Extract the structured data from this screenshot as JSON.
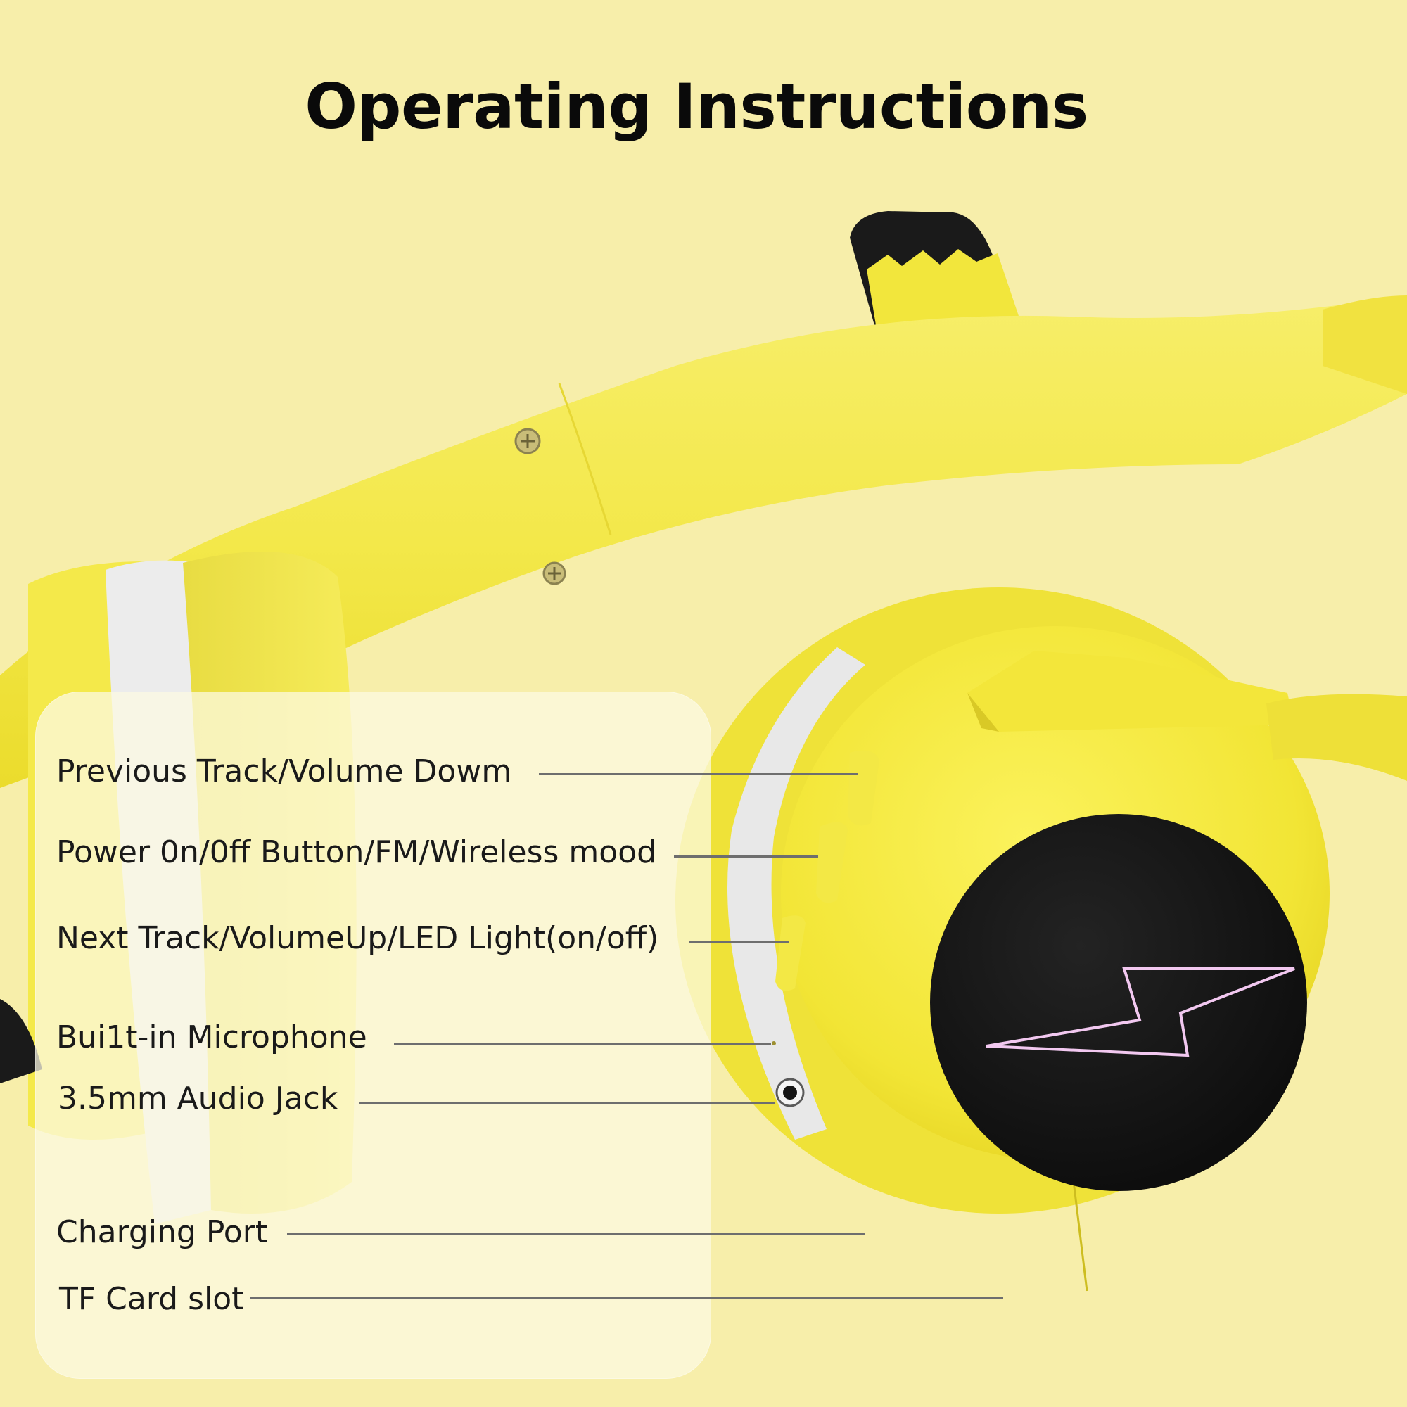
{
  "title": "Operating Instructions",
  "labels": [
    {
      "id": "previous-track",
      "text": "Previous Track/Volume Dowm"
    },
    {
      "id": "power",
      "text": "Power 0n/0ff Button/FM/Wireless mood"
    },
    {
      "id": "next-track",
      "text": "Next Track/VolumeUp/LED Light(on/off)"
    },
    {
      "id": "microphone",
      "text": "Bui1t-in Microphone"
    },
    {
      "id": "audio-jack",
      "text": "3.5mm Audio Jack"
    },
    {
      "id": "charging-port",
      "text": "Charging Port"
    },
    {
      "id": "tf-card",
      "text": "TF Card slot"
    }
  ],
  "colors": {
    "background": "#f7eeaa",
    "headphone_yellow": "#f5ea3c",
    "ear_cup_face": "#141414",
    "lightning_outline": "#f2c8f0"
  },
  "icons": [
    "headphone-illustration",
    "lightning-bolt-icon",
    "screw-icon"
  ]
}
